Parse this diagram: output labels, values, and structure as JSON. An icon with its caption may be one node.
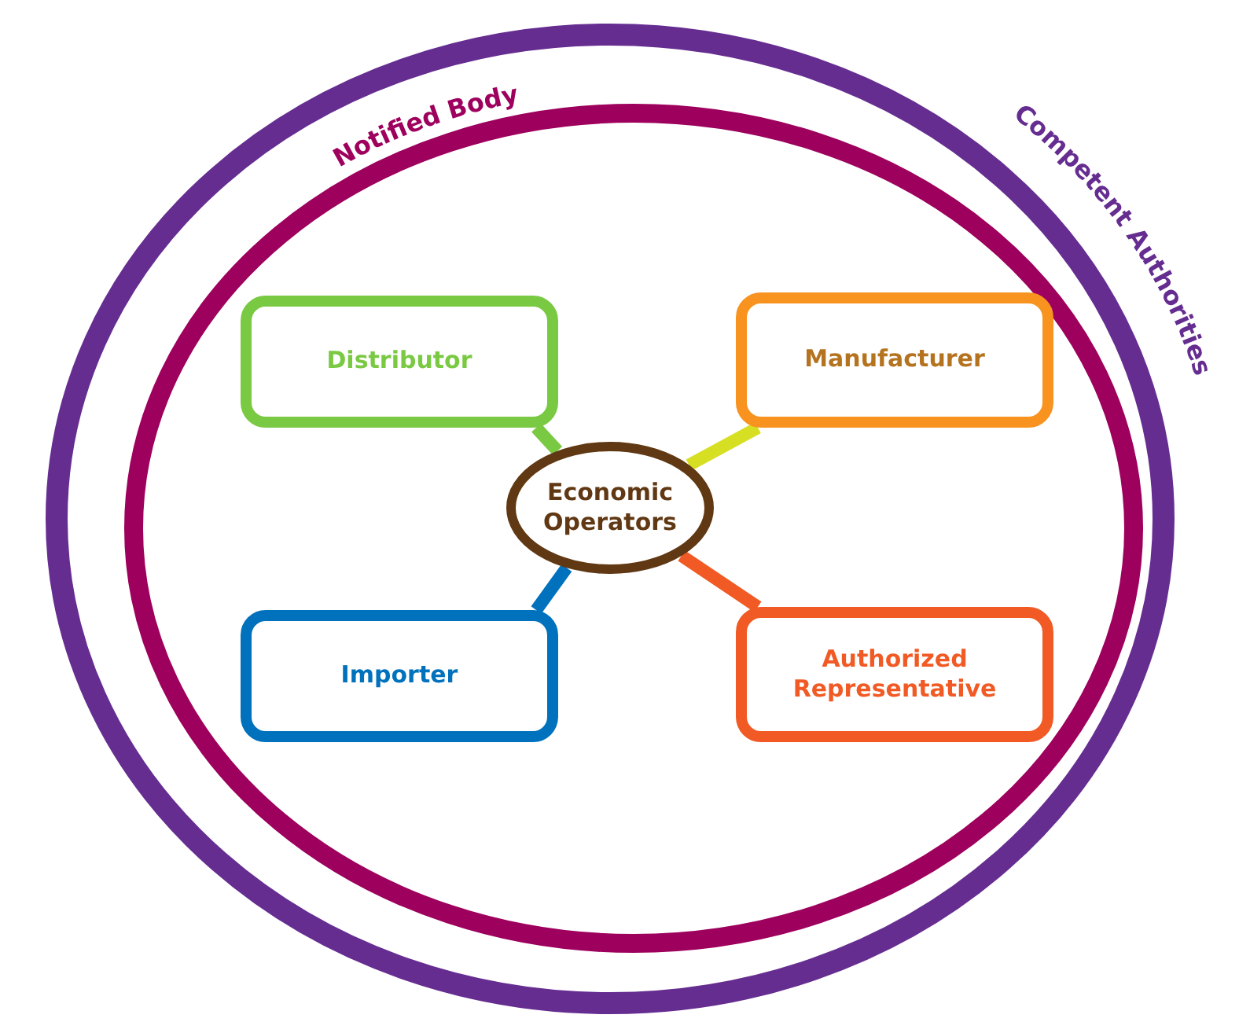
{
  "diagram": {
    "nodes": [
      {
        "text": [
          "Competent Authorities"
        ]
      },
      {
        "text": [
          "Notified Body"
        ],
        "in": 0
      },
      {
        "text": [
          "Distributor"
        ],
        "in": 1
      },
      {
        "text": [
          "Manufacturer"
        ],
        "in": 1
      },
      {
        "text": [
          "Economic Operators"
        ],
        "in": 1
      },
      {
        "text": [
          "Importer"
        ],
        "in": 1
      },
      {
        "text": [
          "Authorized Representative"
        ],
        "in": 1
      }
    ],
    "edges": [
      {
        "from": 4,
        "to": 2,
        "arrow": "none",
        "color": "#7ac943"
      },
      {
        "from": 4,
        "to": 3,
        "arrow": "none",
        "color": "#d7df23"
      },
      {
        "from": 4,
        "to": 5,
        "arrow": "none",
        "color": "#0071bc"
      },
      {
        "from": 4,
        "to": 6,
        "arrow": "none",
        "color": "#f15a24"
      }
    ]
  }
}
